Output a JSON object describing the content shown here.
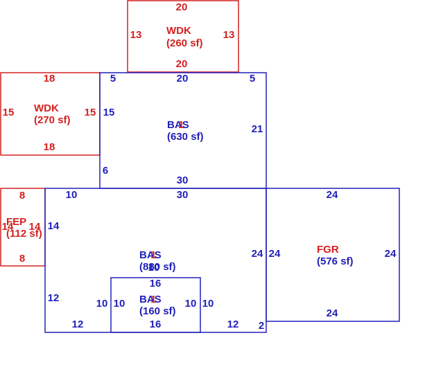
{
  "areas": [
    {
      "id": "wdk-top",
      "code": "WDK",
      "area": "(260 sf)",
      "color": "#d42020",
      "dims": [
        "20",
        "13",
        "13",
        "20"
      ]
    },
    {
      "id": "wdk-left",
      "code": "WDK",
      "area": "(270 sf)",
      "color": "#d42020",
      "dims": [
        "18",
        "15",
        "15",
        "18"
      ]
    },
    {
      "id": "bas-upper",
      "code": "BAS",
      "code_overlay": "1",
      "area": "(630 sf)",
      "color": "#2020b8",
      "dims": [
        "5",
        "20",
        "5",
        "15",
        "21",
        "6",
        "30"
      ]
    },
    {
      "id": "fep",
      "code": "FEP",
      "area": "(112 sf)",
      "color": "#d42020",
      "dims": [
        "8",
        "14",
        "14",
        "8"
      ]
    },
    {
      "id": "bas-main",
      "code": "BAS",
      "code_overlay": "1",
      "area": "(880 sf)",
      "color": "#2020b8",
      "dims": [
        "30",
        "10",
        "14",
        "24",
        "12",
        "10",
        "12",
        "12",
        "2"
      ]
    },
    {
      "id": "fgr",
      "code": "FGR",
      "area": "(576 sf)",
      "color": "#d42020",
      "dims": [
        "24",
        "24",
        "24",
        "24"
      ]
    },
    {
      "id": "bas-inner",
      "code": "BAS",
      "code_overlay": "1",
      "area": "(160 sf)",
      "color": "#2020b8",
      "dims": [
        "16",
        "10",
        "10",
        "10",
        "10",
        "16"
      ]
    }
  ]
}
